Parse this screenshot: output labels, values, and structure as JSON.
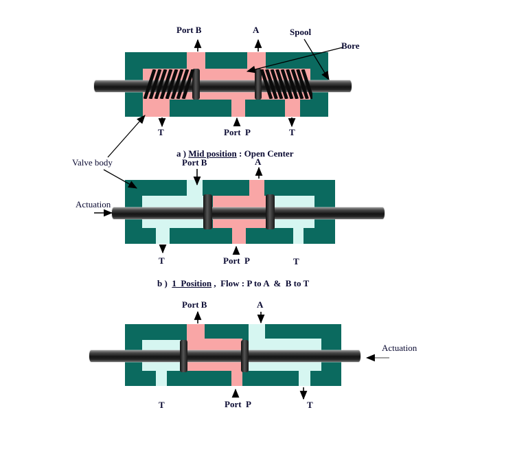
{
  "figure": {
    "colors": {
      "valve_body": "#0B6A5F",
      "pressure_path": "#F9A6A6",
      "exhaust_path": "#D6F6F1",
      "label_text": "#0A0A32"
    },
    "annotations": {
      "valve_body": "Valve body"
    },
    "diagram_a": {
      "labels": {
        "port_b": "Port B",
        "port_a": "A",
        "spool": "Spool",
        "bore": "Bore",
        "t_left": "T",
        "port_p": "Port  P",
        "t_right": "T"
      },
      "caption": {
        "prefix": "a ) ",
        "underlined": "Mid position",
        "rest": " : Open Center"
      }
    },
    "diagram_b": {
      "labels": {
        "port_b": "Port B",
        "port_a": "A",
        "actuation": "Actuation",
        "t_left": "T",
        "port_p": "Port  P",
        "t_right": "T"
      },
      "caption": {
        "prefix": "b )  ",
        "underlined": "1  Position",
        "rest": " ,  Flow : P to A  &  B to T"
      }
    },
    "diagram_c": {
      "labels": {
        "port_b": "Port B",
        "port_a": "A",
        "actuation": "Actuation",
        "t_left": "T",
        "port_p": "Port  P",
        "t_right": "T"
      }
    }
  }
}
